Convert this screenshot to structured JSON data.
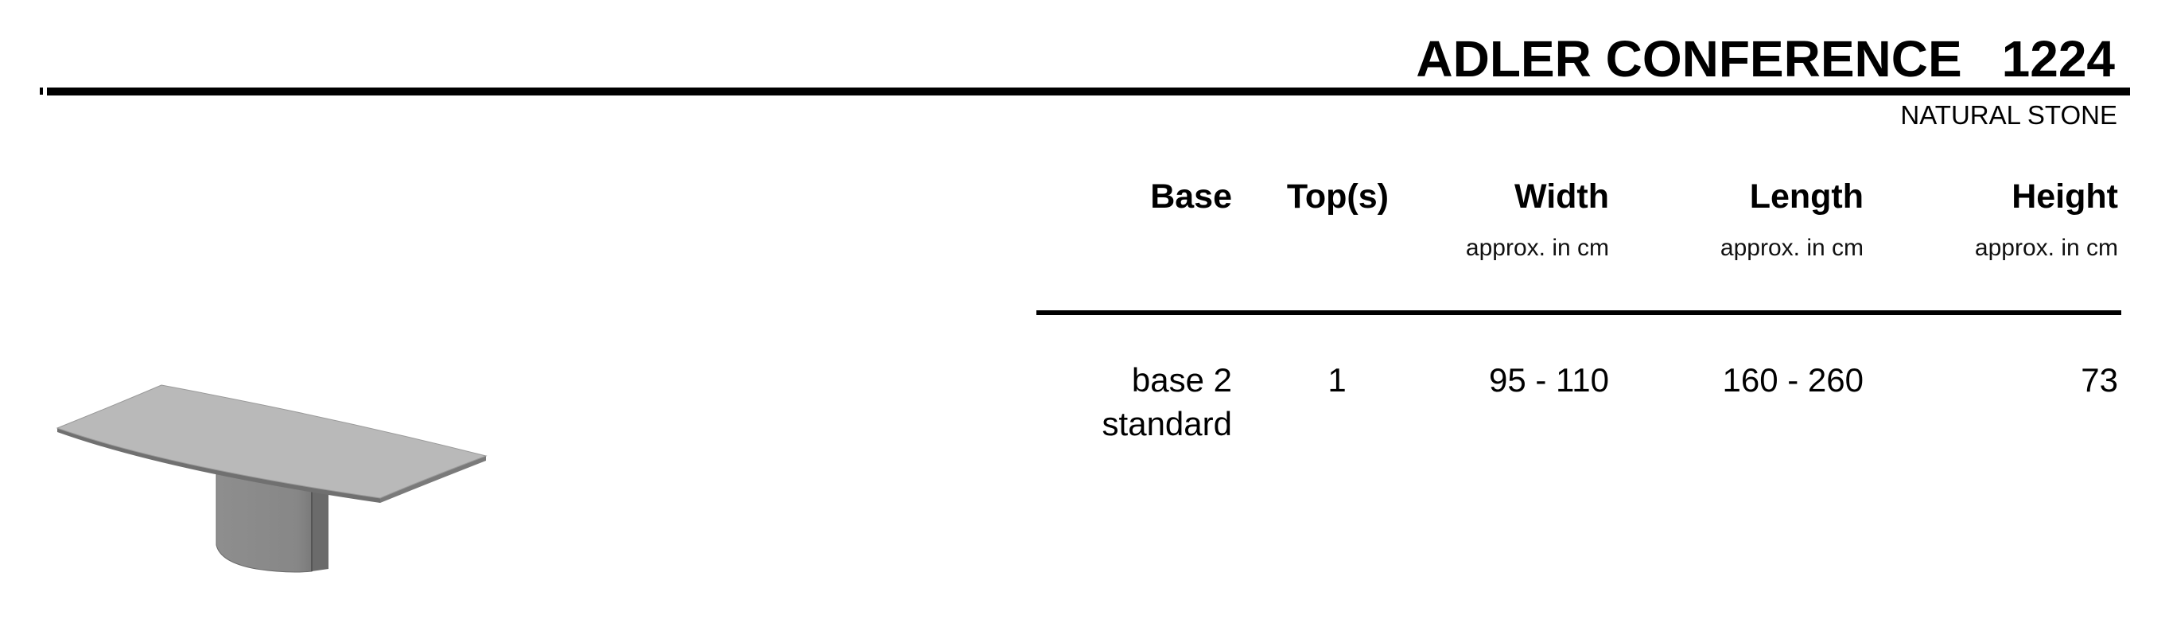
{
  "header": {
    "product_name": "ADLER CONFERENCE",
    "model_number": "1224",
    "material": "NATURAL STONE"
  },
  "spec_table": {
    "columns": [
      {
        "key": "base",
        "label": "Base",
        "unit": ""
      },
      {
        "key": "tops",
        "label": "Top(s)",
        "unit": ""
      },
      {
        "key": "width",
        "label": "Width",
        "unit": "approx. in cm"
      },
      {
        "key": "length",
        "label": "Length",
        "unit": "approx. in cm"
      },
      {
        "key": "height",
        "label": "Height",
        "unit": "approx. in cm"
      }
    ],
    "rows": [
      {
        "base_line1": "base 2",
        "base_line2": "standard",
        "tops": "1",
        "width": "95 - 110",
        "length": "160 - 260",
        "height": "73"
      }
    ]
  },
  "image": {
    "icon": "table-pedestal-illustration",
    "description": "Rectangular conference table with slightly curved ends on a single half-round pedestal base"
  },
  "colors": {
    "text": "#000000",
    "rule": "#000000",
    "tabletop": "#b9b9b9",
    "tabletop_edge": "#707070",
    "pedestal": "#8c8c8c",
    "pedestal_side": "#6b6b6b"
  }
}
